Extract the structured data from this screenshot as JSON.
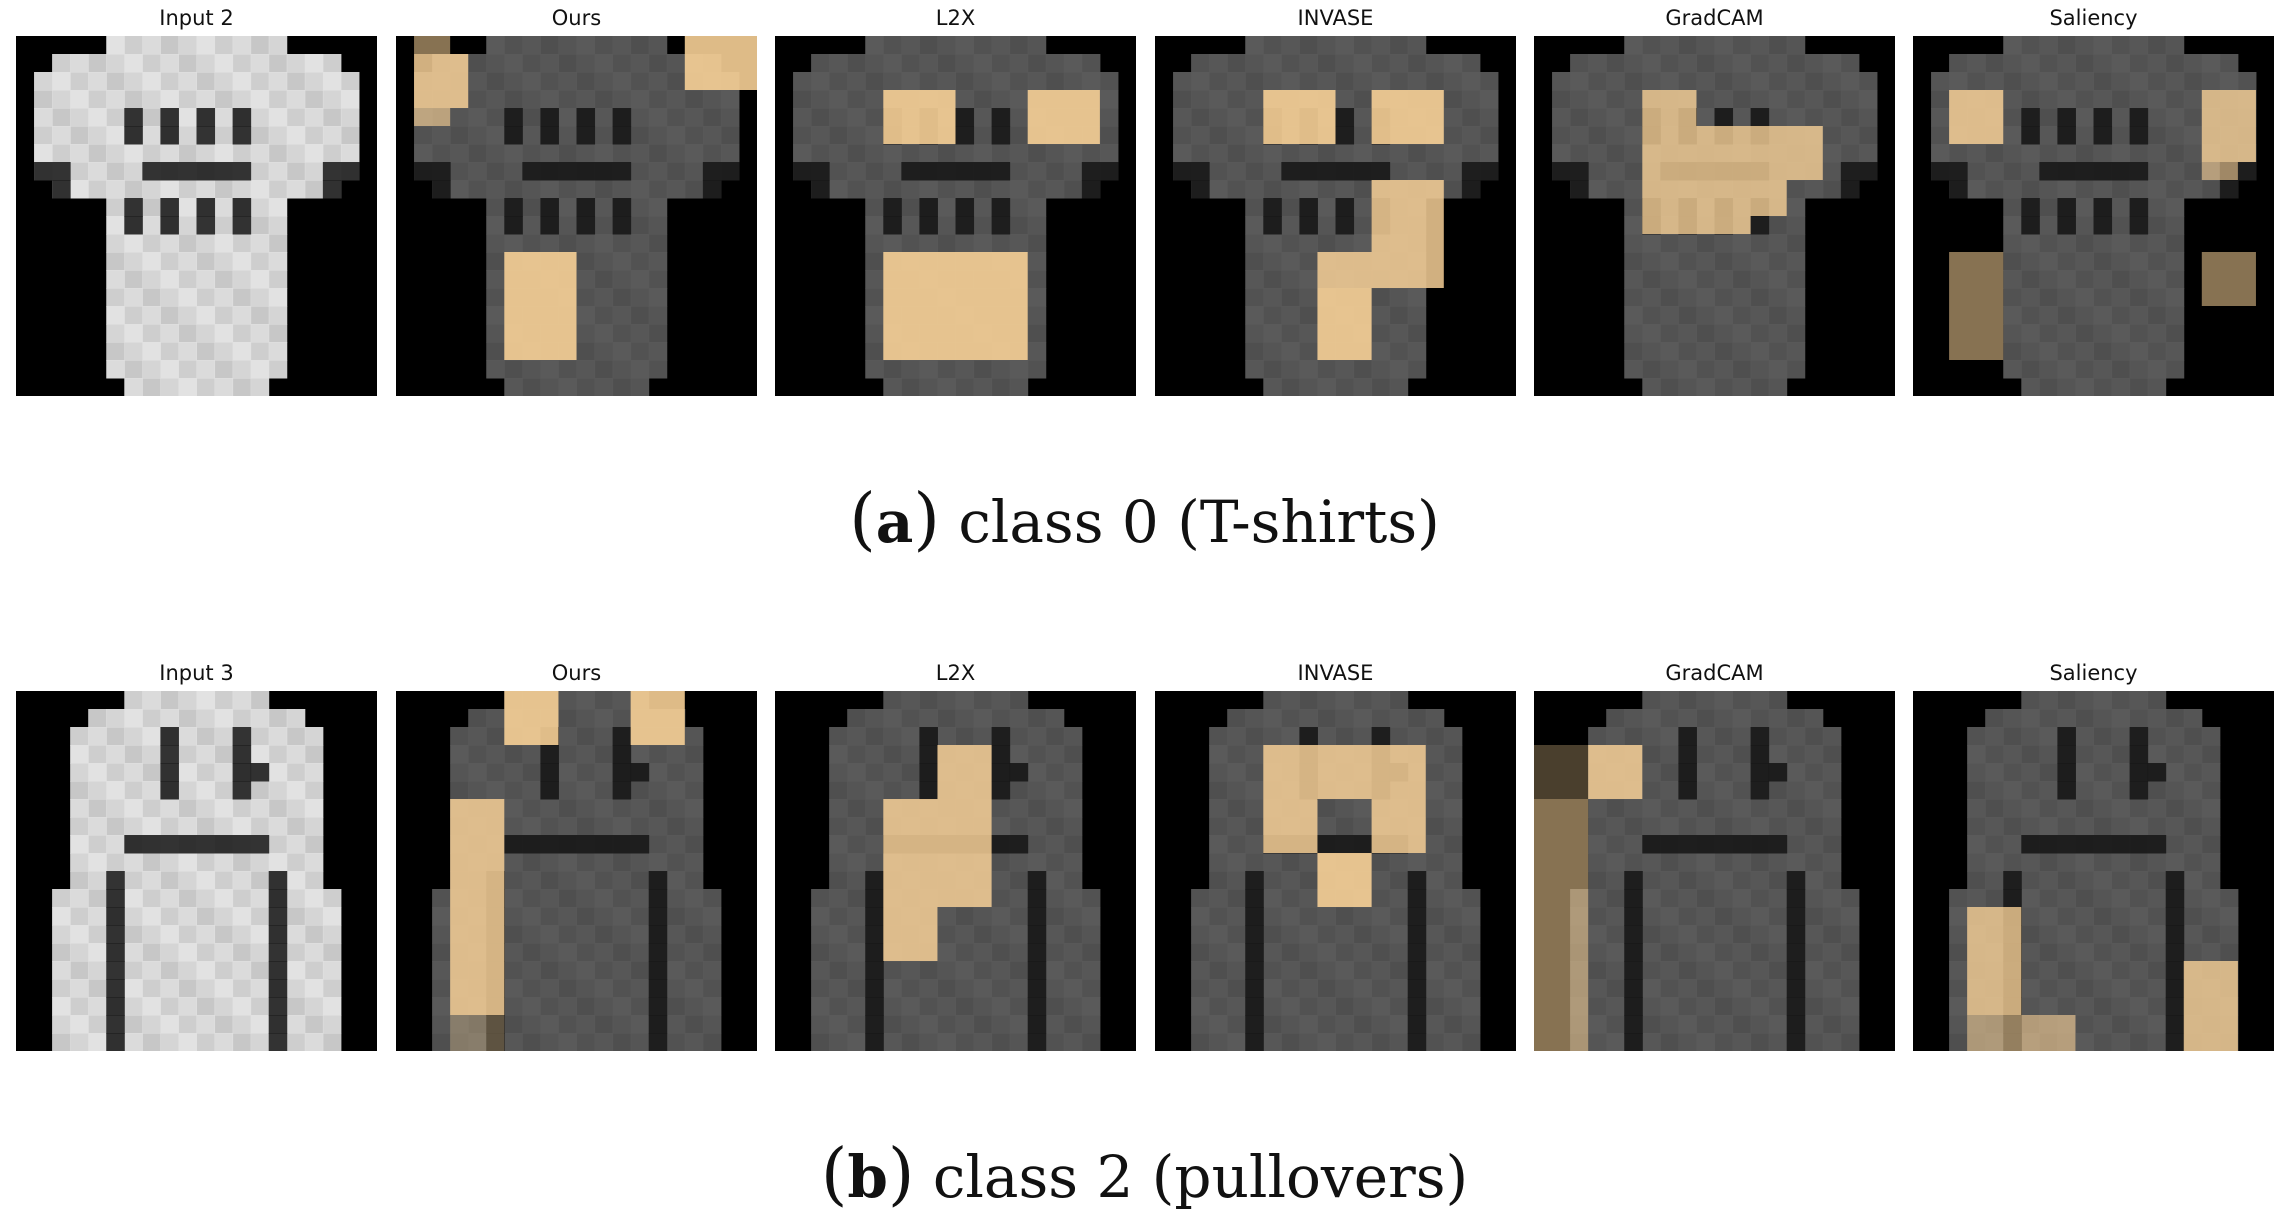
{
  "figure_rows": [
    {
      "id": "a",
      "item": "tshirt",
      "caption": {
        "letter": "a",
        "text": "class 0 (T-shirts)"
      },
      "panels": [
        {
          "title": "Input 2",
          "overlay": []
        },
        {
          "title": "Ours",
          "overlay": [
            {
              "r": 0,
              "c": 1,
              "w": 2,
              "h": 1,
              "a": 0.55
            },
            {
              "r": 1,
              "c": 1,
              "w": 3,
              "h": 3,
              "a": 0.85
            },
            {
              "r": 4,
              "c": 1,
              "w": 2,
              "h": 1,
              "a": 0.65
            },
            {
              "r": 0,
              "c": 16,
              "w": 4,
              "h": 3,
              "a": 0.9
            },
            {
              "r": 12,
              "c": 6,
              "w": 4,
              "h": 6,
              "a": 0.9
            }
          ]
        },
        {
          "title": "L2X",
          "overlay": [
            {
              "r": 3,
              "c": 6,
              "w": 4,
              "h": 3,
              "a": 0.9
            },
            {
              "r": 3,
              "c": 14,
              "w": 4,
              "h": 3,
              "a": 0.9
            },
            {
              "r": 12,
              "c": 6,
              "w": 8,
              "h": 6,
              "a": 0.9
            }
          ]
        },
        {
          "title": "INVASE",
          "overlay": [
            {
              "r": 3,
              "c": 6,
              "w": 4,
              "h": 3,
              "a": 0.9
            },
            {
              "r": 3,
              "c": 12,
              "w": 4,
              "h": 3,
              "a": 0.9
            },
            {
              "r": 8,
              "c": 12,
              "w": 4,
              "h": 4,
              "a": 0.85
            },
            {
              "r": 12,
              "c": 9,
              "w": 7,
              "h": 2,
              "a": 0.85
            },
            {
              "r": 14,
              "c": 9,
              "w": 3,
              "h": 4,
              "a": 0.9
            }
          ]
        },
        {
          "title": "GradCAM",
          "overlay": [
            {
              "r": 3,
              "c": 6,
              "w": 3,
              "h": 2,
              "a": 0.8
            },
            {
              "r": 5,
              "c": 6,
              "w": 10,
              "h": 3,
              "a": 0.8
            },
            {
              "r": 8,
              "c": 6,
              "w": 8,
              "h": 2,
              "a": 0.8
            },
            {
              "r": 10,
              "c": 6,
              "w": 6,
              "h": 1,
              "a": 0.8
            }
          ]
        },
        {
          "title": "Saliency",
          "overlay": [
            {
              "r": 3,
              "c": 2,
              "w": 3,
              "h": 3,
              "a": 0.85
            },
            {
              "r": 3,
              "c": 16,
              "w": 3,
              "h": 4,
              "a": 0.8
            },
            {
              "r": 7,
              "c": 16,
              "w": 2,
              "h": 1,
              "a": 0.6
            },
            {
              "r": 12,
              "c": 2,
              "w": 3,
              "h": 6,
              "a": 0.55
            },
            {
              "r": 12,
              "c": 16,
              "w": 3,
              "h": 3,
              "a": 0.55
            }
          ]
        }
      ]
    },
    {
      "id": "b",
      "item": "pullover",
      "caption": {
        "letter": "b",
        "text": "class 2 (pullovers)"
      },
      "panels": [
        {
          "title": "Input 3",
          "overlay": []
        },
        {
          "title": "Ours",
          "overlay": [
            {
              "r": 0,
              "c": 6,
              "w": 3,
              "h": 3,
              "a": 0.9
            },
            {
              "r": 0,
              "c": 13,
              "w": 3,
              "h": 3,
              "a": 0.9
            },
            {
              "r": 6,
              "c": 3,
              "w": 3,
              "h": 12,
              "a": 0.85
            },
            {
              "r": 18,
              "c": 3,
              "w": 3,
              "h": 2,
              "a": 0.3
            }
          ]
        },
        {
          "title": "L2X",
          "overlay": [
            {
              "r": 3,
              "c": 9,
              "w": 3,
              "h": 3,
              "a": 0.85
            },
            {
              "r": 6,
              "c": 6,
              "w": 6,
              "h": 6,
              "a": 0.85
            },
            {
              "r": 12,
              "c": 6,
              "w": 3,
              "h": 3,
              "a": 0.85
            }
          ]
        },
        {
          "title": "INVASE",
          "overlay": [
            {
              "r": 3,
              "c": 6,
              "w": 9,
              "h": 3,
              "a": 0.85
            },
            {
              "r": 6,
              "c": 6,
              "w": 3,
              "h": 3,
              "a": 0.85
            },
            {
              "r": 6,
              "c": 12,
              "w": 3,
              "h": 3,
              "a": 0.85
            },
            {
              "r": 9,
              "c": 9,
              "w": 3,
              "h": 3,
              "a": 0.9
            }
          ]
        },
        {
          "title": "GradCAM",
          "overlay": [
            {
              "r": 3,
              "c": 3,
              "w": 3,
              "h": 3,
              "a": 0.85
            },
            {
              "r": 3,
              "c": 0,
              "w": 3,
              "h": 3,
              "a": 0.3
            },
            {
              "r": 6,
              "c": 0,
              "w": 3,
              "h": 14,
              "a": 0.55
            }
          ]
        },
        {
          "title": "Saliency",
          "overlay": [
            {
              "r": 12,
              "c": 3,
              "w": 3,
              "h": 6,
              "a": 0.8
            },
            {
              "r": 18,
              "c": 3,
              "w": 3,
              "h": 2,
              "a": 0.55
            },
            {
              "r": 18,
              "c": 6,
              "w": 3,
              "h": 2,
              "a": 0.6
            },
            {
              "r": 15,
              "c": 15,
              "w": 3,
              "h": 5,
              "a": 0.8
            }
          ]
        }
      ]
    }
  ],
  "colors": {
    "background": "#000000",
    "highlight": "#f6cf96",
    "input_garment": "#e2e2e2",
    "masked_garment": "#5a5a5a",
    "dark_detail": "#141414"
  }
}
